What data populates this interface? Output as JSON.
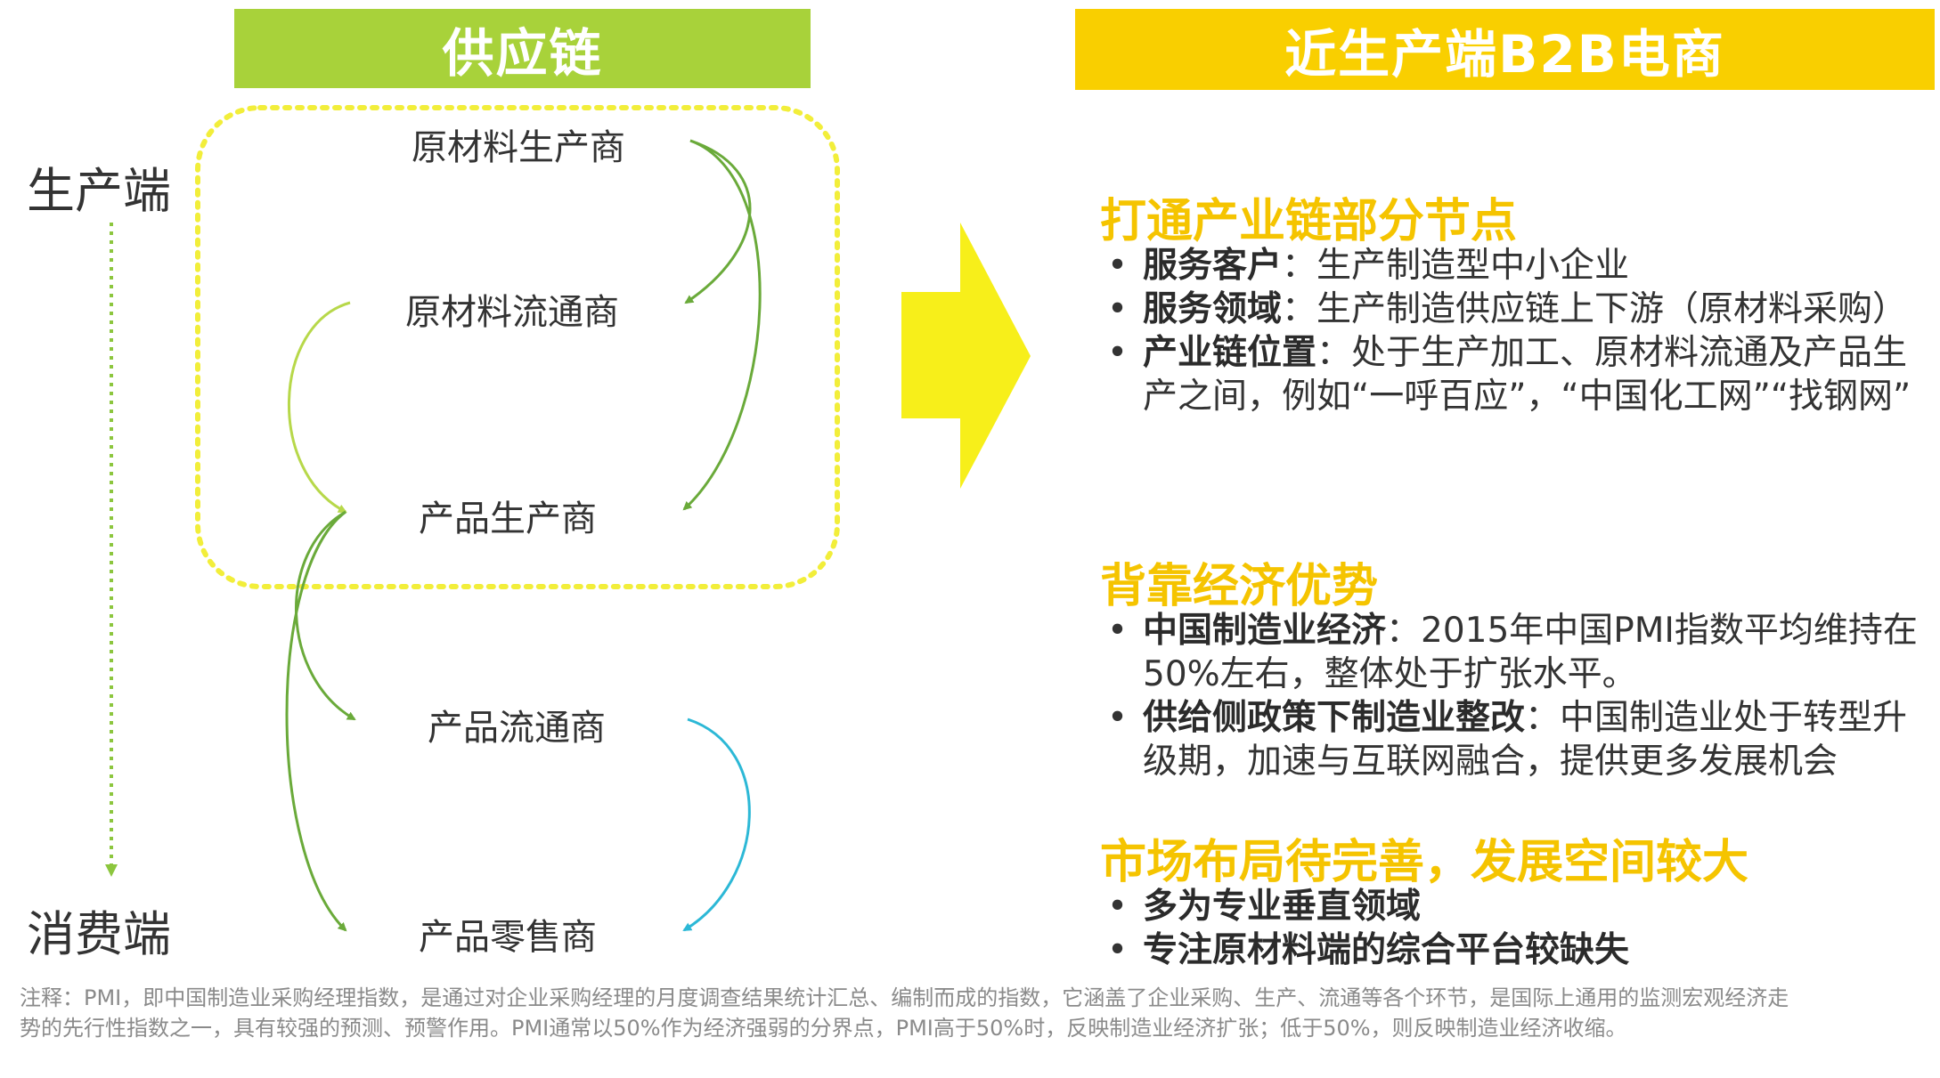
{
  "colors": {
    "green_banner": "#a8d23a",
    "yellow_banner": "#f9cf00",
    "dotted_border": "#f2ee3a",
    "arrow_dark_green": "#6aaa3a",
    "arrow_light_green": "#b7d84a",
    "arrow_cyan": "#2cb8d6",
    "big_arrow": "#f7ef1a",
    "title_yellow": "#f5c400"
  },
  "left": {
    "banner": "供应链",
    "producer_label": "生产端",
    "consumer_label": "消费端",
    "nodes": [
      "原材料生产商",
      "原材料流通商",
      "产品生产商",
      "产品流通商",
      "产品零售商"
    ]
  },
  "right": {
    "banner": "近生产端B2B电商",
    "sections": [
      {
        "title": "打通产业链部分节点",
        "bullets": [
          {
            "bold": "服务客户",
            "text": "：生产制造型中小企业"
          },
          {
            "bold": "服务领域",
            "text": "：生产制造供应链上下游（原材料采购）"
          },
          {
            "bold": "产业链位置",
            "text": "：处于生产加工、原材料流通及产品生产之间，例如“一呼百应”，“中国化工网”“找钢网”"
          }
        ]
      },
      {
        "title": "背靠经济优势",
        "bullets": [
          {
            "bold": "中国制造业经济",
            "text": "：2015年中国PMI指数平均维持在50%左右，整体处于扩张水平。"
          },
          {
            "bold": "供给侧政策下制造业整改",
            "text": "：中国制造业处于转型升级期，加速与互联网融合，提供更多发展机会"
          }
        ]
      },
      {
        "title": "市场布局待完善，发展空间较大",
        "bullets": [
          {
            "bold": "多为专业垂直领域",
            "text": ""
          },
          {
            "bold": "专注原材料端的综合平台较缺失",
            "text": ""
          }
        ]
      }
    ]
  },
  "footnote": "注释：PMI，即中国制造业采购经理指数，是通过对企业采购经理的月度调查结果统计汇总、编制而成的指数，它涵盖了企业采购、生产、流通等各个环节，是国际上通用的监测宏观经济走势的先行性指数之一，具有较强的预测、预警作用。PMI通常以50%作为经济强弱的分界点，PMI高于50%时，反映制造业经济扩张；低于50%，则反映制造业经济收缩。"
}
